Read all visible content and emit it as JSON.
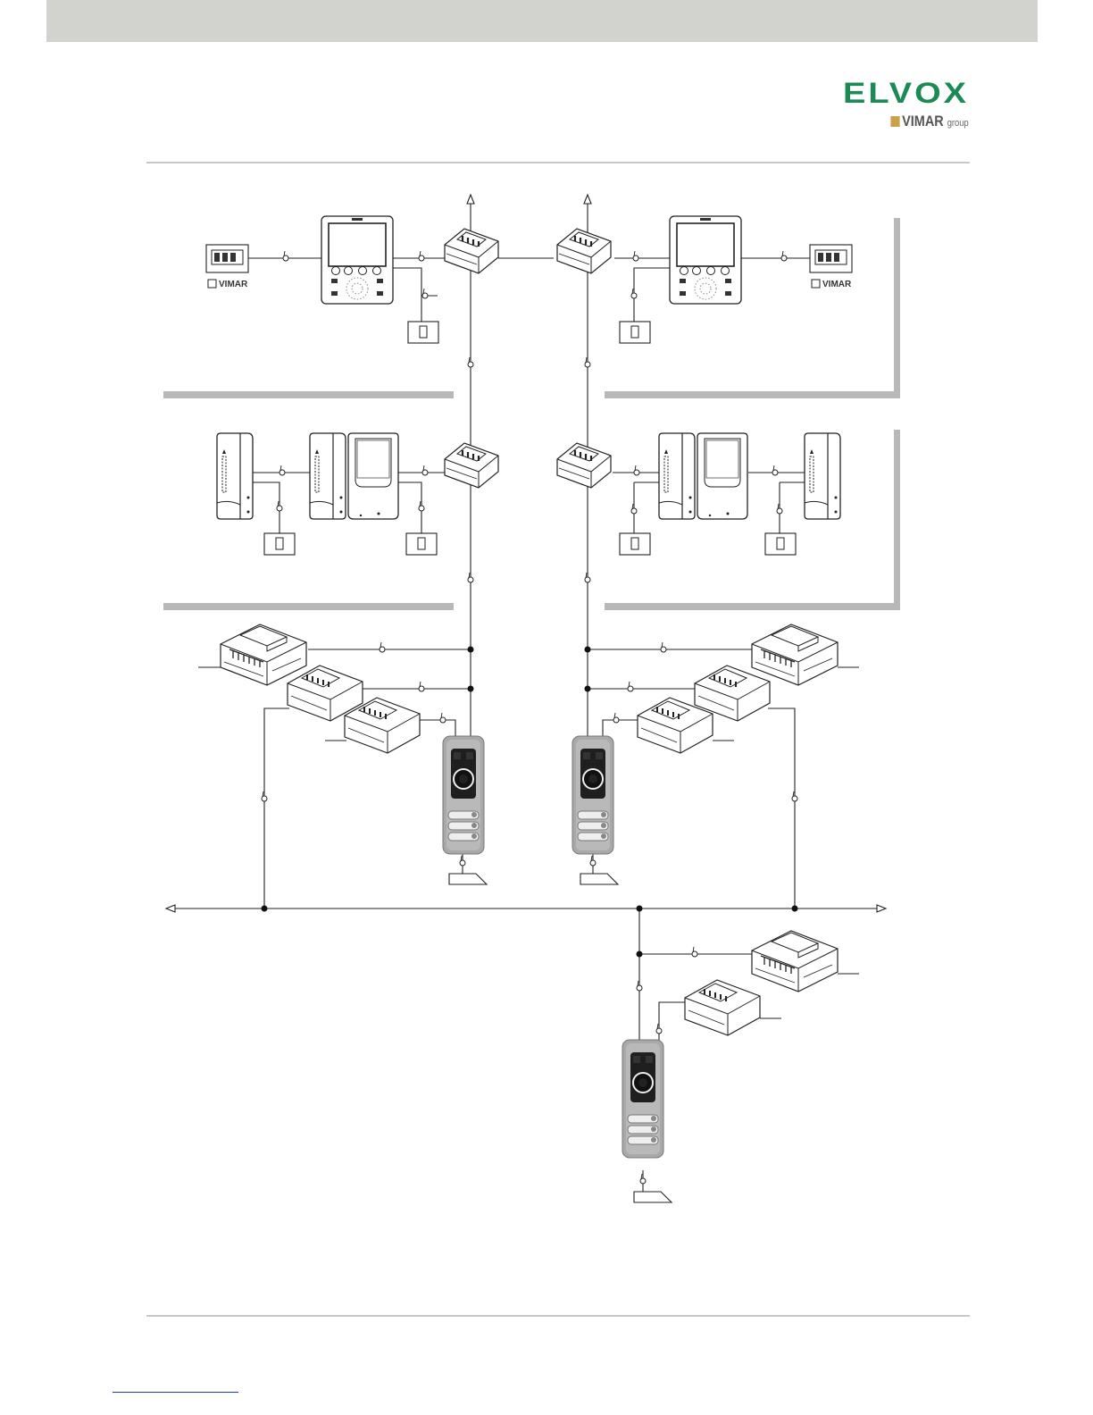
{
  "header": {
    "brand_name": "ELVOX",
    "brand_sub": "VIMAR",
    "brand_sub_small": "group"
  },
  "diagram": {
    "keypad_label": "VIMAR"
  },
  "colors": {
    "header_band": "#d2d2ce",
    "brand_green": "#1b8a55",
    "rule_gray": "#c8c8c8",
    "zone_gray": "#b8b8b8",
    "panel_silver": "#a9a9a9",
    "footer_link": "#1a3fb8"
  }
}
